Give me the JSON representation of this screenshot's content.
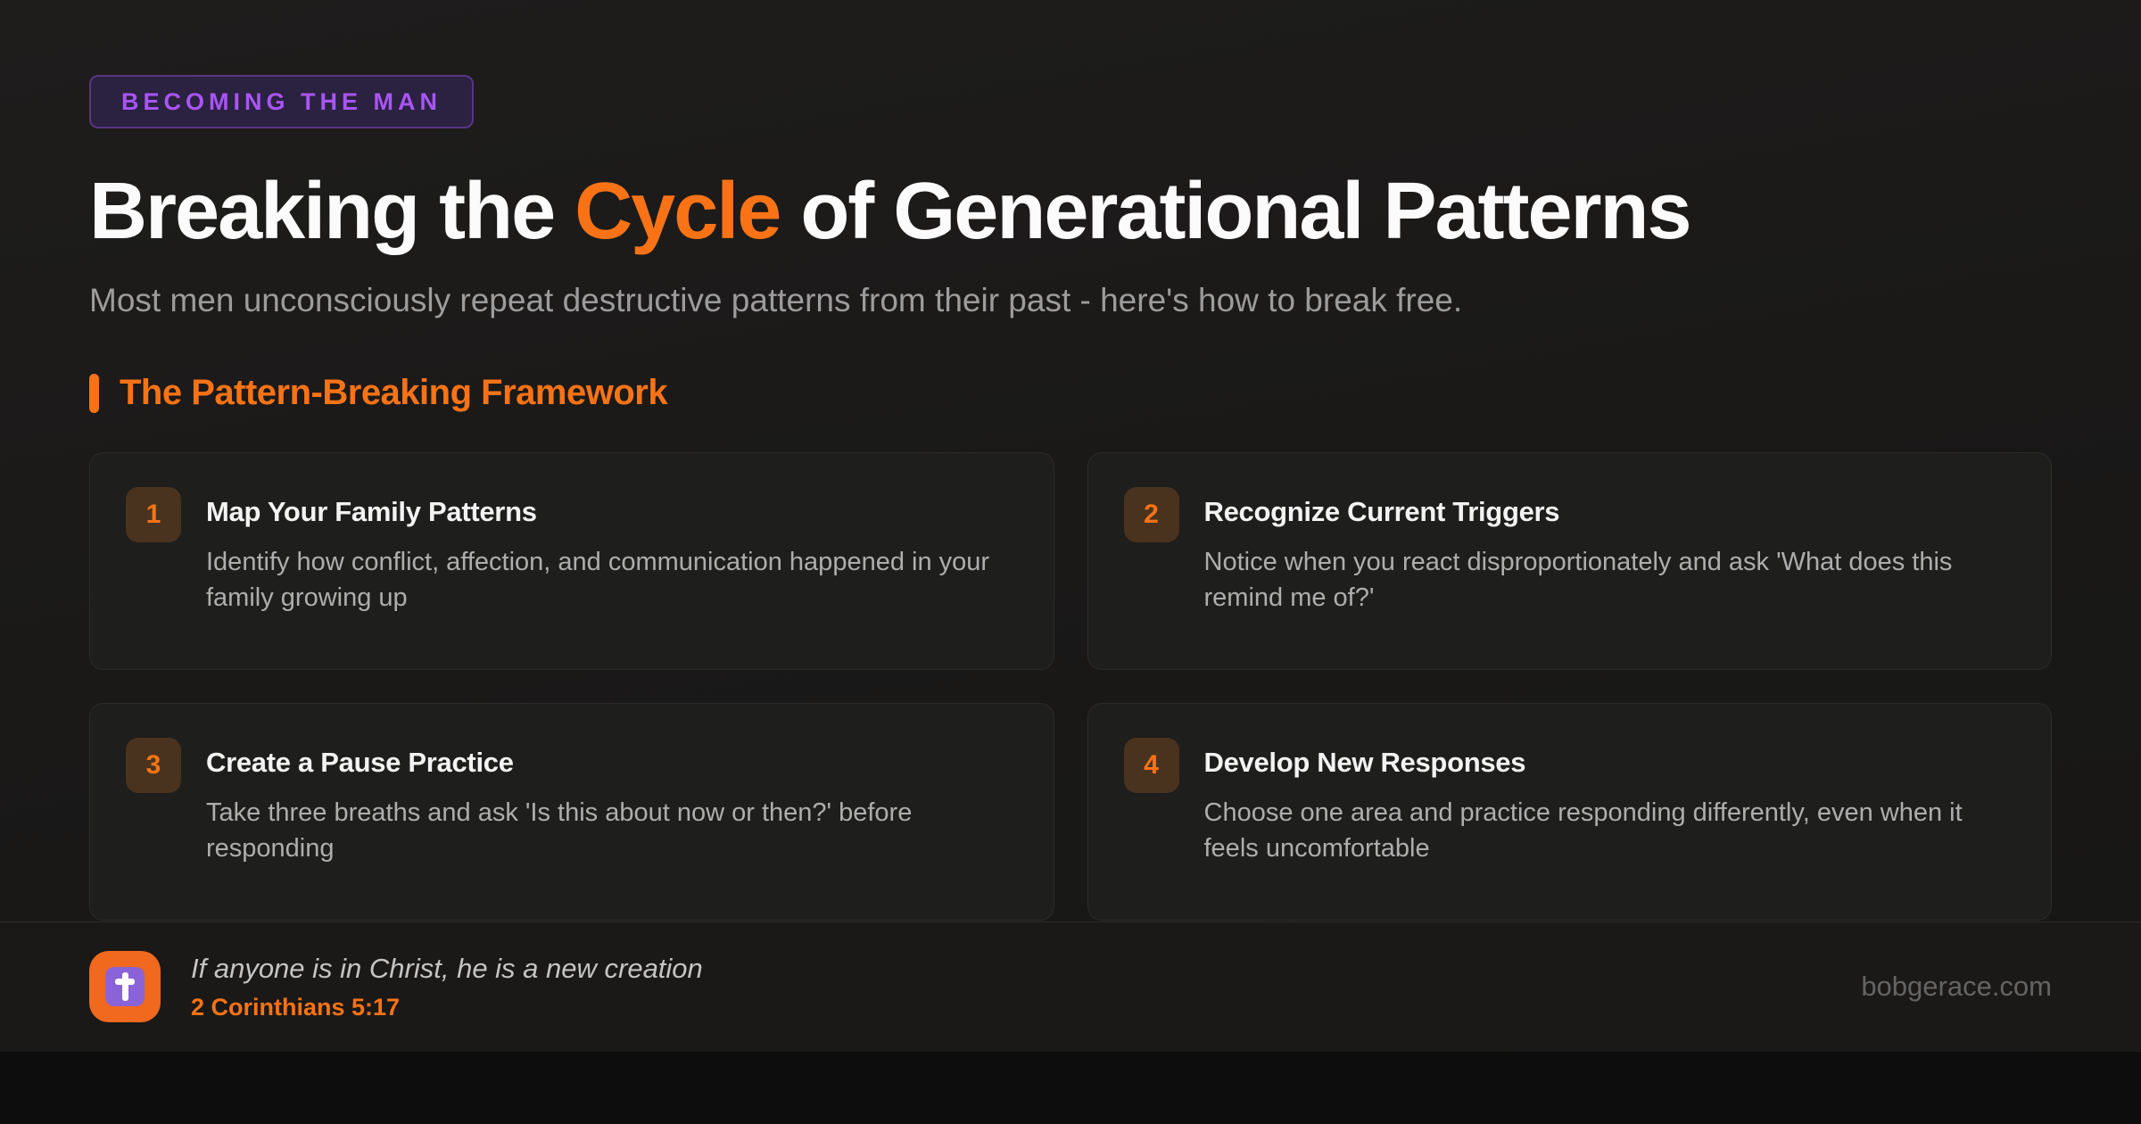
{
  "page": {
    "badge_label": "BECOMING THE MAN",
    "title": {
      "pre": "Breaking the ",
      "highlight": "Cycle",
      "post": " of Generational Patterns"
    },
    "subtitle": "Most men unconsciously repeat destructive patterns from their past - here's how to break free.",
    "section_title": "The Pattern-Breaking Framework",
    "steps": [
      {
        "number": "1",
        "title": "Map Your Family Patterns",
        "description": "Identify how conflict, affection, and communication happened in your family growing up"
      },
      {
        "number": "2",
        "title": "Recognize Current Triggers",
        "description": "Notice when you react disproportionately and ask 'What does this remind me of?'"
      },
      {
        "number": "3",
        "title": "Create a Pause Practice",
        "description": "Take three breaths and ask 'Is this about now or then?' before responding"
      },
      {
        "number": "4",
        "title": "Develop New Responses",
        "description": "Choose one area and practice responding differently, even when it feels uncomfortable"
      }
    ],
    "footer": {
      "quote": "If anyone is in Christ, he is a new creation",
      "reference": "2 Corinthians 5:17",
      "site": "bobgerace.com",
      "icon": "cross-icon"
    },
    "colors": {
      "accent_orange": "#f97316",
      "accent_purple": "#a855f7",
      "number_badge_bg": "#49331f",
      "cross_badge_bg": "#f0691e",
      "cross_inner_bg": "#8a63d8"
    }
  }
}
